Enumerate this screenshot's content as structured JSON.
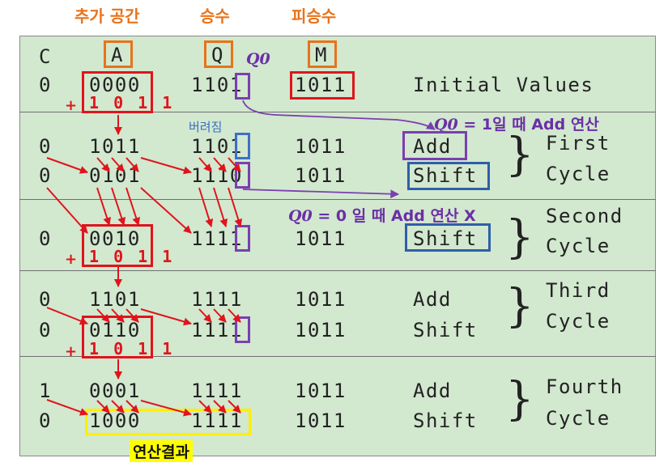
{
  "headers": {
    "extra_space": "추가 공간",
    "multiplier": "승수",
    "multiplicand": "피승수"
  },
  "columns": {
    "c": "C",
    "a": "A",
    "q": "Q",
    "m": "M"
  },
  "q0_label": "Q0",
  "rows": {
    "init": {
      "c": "0",
      "a": "0000",
      "q": "1101",
      "m": "1011",
      "desc": "Initial Values"
    },
    "c1_add": {
      "c": "0",
      "a": "1011",
      "q": "1101",
      "m": "1011",
      "desc": "Add"
    },
    "c1_sh": {
      "c": "0",
      "a": "0101",
      "q": "1110",
      "m": "1011",
      "desc": "Shift"
    },
    "c2_sh": {
      "c": "0",
      "a": "0010",
      "q": "1111",
      "m": "1011",
      "desc": "Shift"
    },
    "c3_add": {
      "c": "0",
      "a": "1101",
      "q": "1111",
      "m": "1011",
      "desc": "Add"
    },
    "c3_sh": {
      "c": "0",
      "a": "0110",
      "q": "1111",
      "m": "1011",
      "desc": "Shift"
    },
    "c4_add": {
      "c": "1",
      "a": "0001",
      "q": "1111",
      "m": "1011",
      "desc": "Add"
    },
    "c4_sh": {
      "c": "0",
      "a": "1000",
      "q": "1111",
      "m": "1011",
      "desc": "Shift"
    }
  },
  "added": "1 0 1 1",
  "plus": "+",
  "cycles": {
    "first": {
      "l1": "First",
      "l2": "Cycle"
    },
    "second": {
      "l1": "Second",
      "l2": "Cycle"
    },
    "third": {
      "l1": "Third",
      "l2": "Cycle"
    },
    "fourth": {
      "l1": "Fourth",
      "l2": "Cycle"
    }
  },
  "notes": {
    "q0_one": {
      "var": "Q0",
      "rest": " = 1일 때 Add 연산"
    },
    "q0_zero": {
      "var": "Q0",
      "rest": " = 0 일 때 Add 연산 X"
    }
  },
  "discarded": "버려짐",
  "result_label": "연산결과"
}
